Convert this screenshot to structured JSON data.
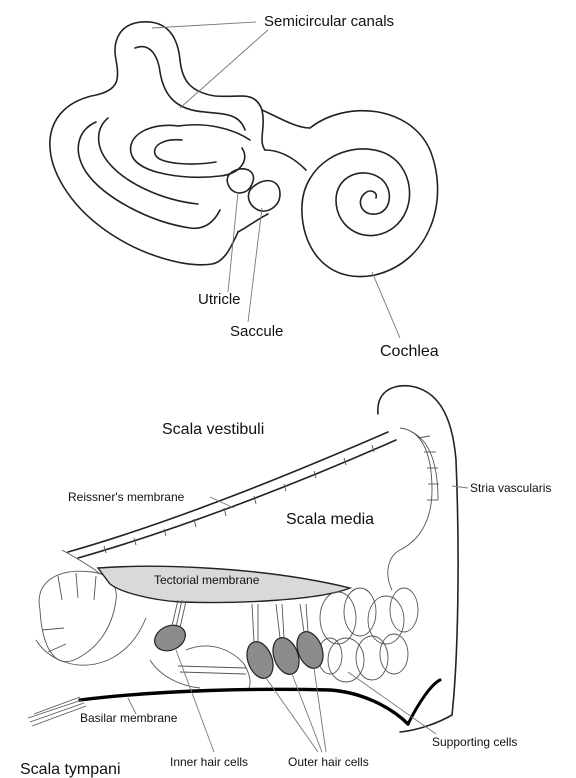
{
  "inner_ear": {
    "labels": {
      "semicircular_canals": "Semicircular canals",
      "utricle": "Utricle",
      "saccule": "Saccule",
      "cochlea": "Cochlea"
    }
  },
  "cochlear_section": {
    "labels": {
      "scala_vestibuli": "Scala vestibuli",
      "reissners_membrane": "Reissner's membrane",
      "scala_media": "Scala media",
      "stria_vascularis": "Stria vascularis",
      "tectorial_membrane": "Tectorial membrane",
      "basilar_membrane": "Basilar membrane",
      "supporting_cells": "Supporting cells",
      "inner_hair_cells": "Inner hair cells",
      "outer_hair_cells": "Outer hair cells",
      "scala_tympani": "Scala tympani"
    }
  },
  "colors": {
    "line": "#222222",
    "tectorial_fill": "#d9d9d9",
    "hair_cell_fill": "#8c8c8c"
  }
}
